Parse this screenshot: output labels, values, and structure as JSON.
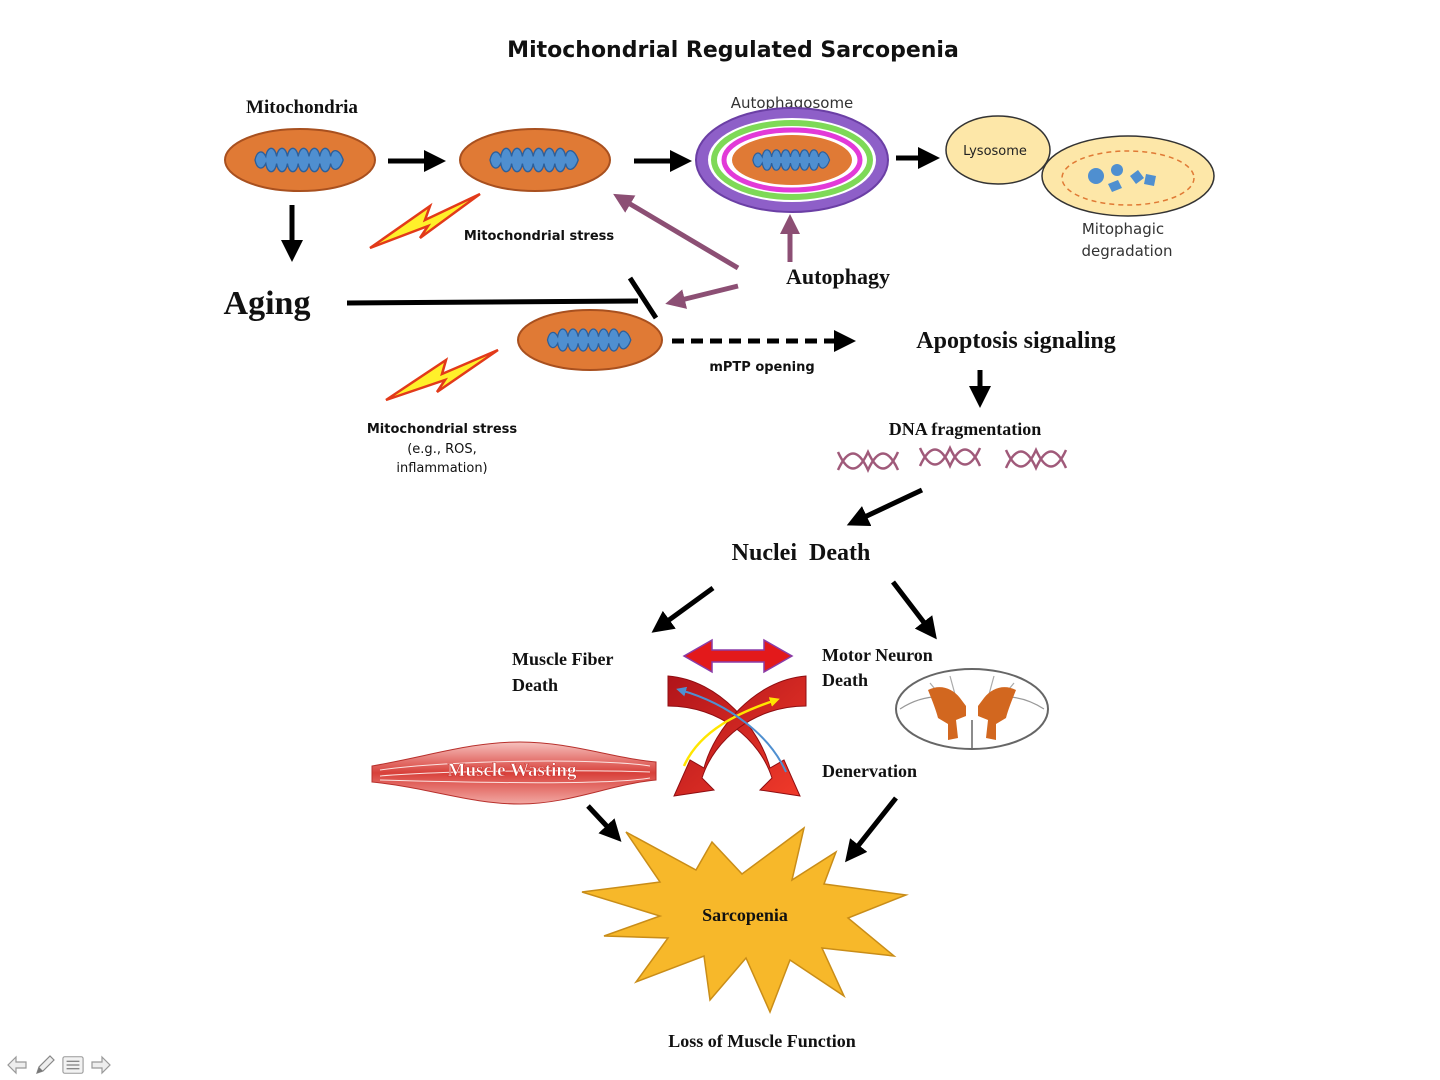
{
  "title": "Mitochondrial Regulated Sarcopenia",
  "labels": {
    "mitochondria": "Mitochondria",
    "autophagosome": "Autophagosome",
    "lysosome": "Lysosome",
    "mitophagic_line1": "Mitophagic",
    "mitophagic_line2": "degradation",
    "mito_stress_top": "Mitochondrial stress",
    "aging": "Aging",
    "autophagy": "Autophagy",
    "apoptosis": "Apoptosis signaling",
    "mptp": "mPTP opening",
    "mito_stress_bottom_line1": "Mitochondrial stress",
    "mito_stress_bottom_line2": "(e.g., ROS,",
    "mito_stress_bottom_line3": "inflammation)",
    "dna_frag": "DNA fragmentation",
    "nuclei_death": "Nuclei  Death",
    "muscle_fiber_line1": "Muscle Fiber",
    "muscle_fiber_line2": "Death",
    "motor_neuron_line1": "Motor Neuron",
    "motor_neuron_line2": "Death",
    "muscle_wasting": "Muscle Wasting",
    "denervation": "Denervation",
    "sarcopenia": "Sarcopenia",
    "loss_function": "Loss of Muscle Function"
  },
  "colors": {
    "mito_fill": "#e07a35",
    "cristae": "#4f8fd0",
    "autophagosome_outer": "#8e5fc8",
    "autophagosome_green": "#7ed957",
    "autophagosome_pink": "#e23ad8",
    "lysosome": "#fde7a8",
    "purple_arrow": "#8c4f74",
    "lightning": "#fff02a",
    "red_arrow": "#e3191b",
    "star": "#f7b82a"
  },
  "controls": {
    "prev_icon": "arrow-left-icon",
    "pen_icon": "pen-icon",
    "menu_icon": "menu-icon",
    "next_icon": "arrow-right-icon"
  }
}
